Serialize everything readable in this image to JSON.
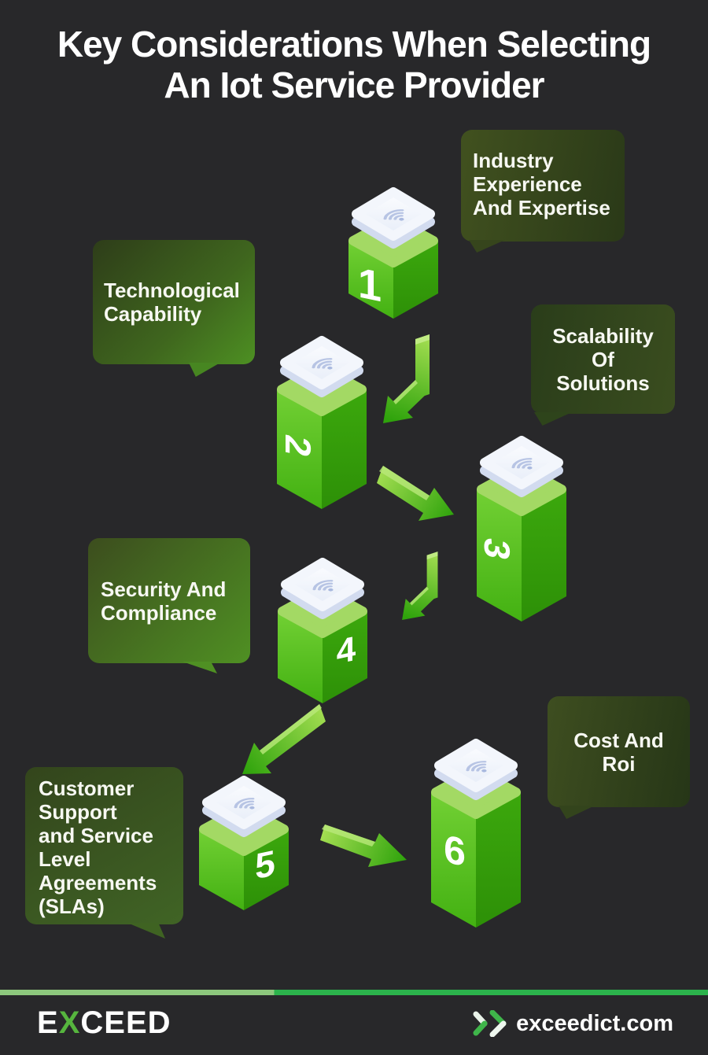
{
  "title": {
    "line1": "Key Considerations When Selecting",
    "line2": "An Iot Service Provider"
  },
  "steps": [
    {
      "number": "1",
      "label": "Industry\nExperience\nAnd Expertise"
    },
    {
      "number": "2",
      "label": "Technological\nCapability"
    },
    {
      "number": "3",
      "label": "Scalability\nOf\nSolutions"
    },
    {
      "number": "4",
      "label": "Security And\nCompliance"
    },
    {
      "number": "5",
      "label": "Customer\nSupport\nand Service\nLevel\nAgreements\n(SLAs)"
    },
    {
      "number": "6",
      "label": "Cost And\nRoi"
    }
  ],
  "icons": {
    "pillar_top": "wifi-icon",
    "flow": "arrow-icon",
    "website_prefix": "double-chevron-icon"
  },
  "colors": {
    "background": "#28282a",
    "pillar_left_face": "#5ec527",
    "pillar_right_face": "#35a00b",
    "pillar_top_rim": "#a3d964",
    "device_tile": "#f4f7fd",
    "wifi_glyph": "#b7c4e4",
    "arrow_green_light": "#a4de52",
    "arrow_green_dark": "#2fa30c",
    "bubble_dark_green": "#2b3a18",
    "bubble_bright_green": "#4d9022",
    "footer_line_sage": "#8dc87d",
    "footer_line_green": "#2cb34c",
    "logo_x_green": "#56b53e",
    "text_white": "#ffffff"
  },
  "footer": {
    "logo": {
      "e": "E",
      "x": "X",
      "ceed": "CEED"
    },
    "website": "exceedict.com"
  }
}
